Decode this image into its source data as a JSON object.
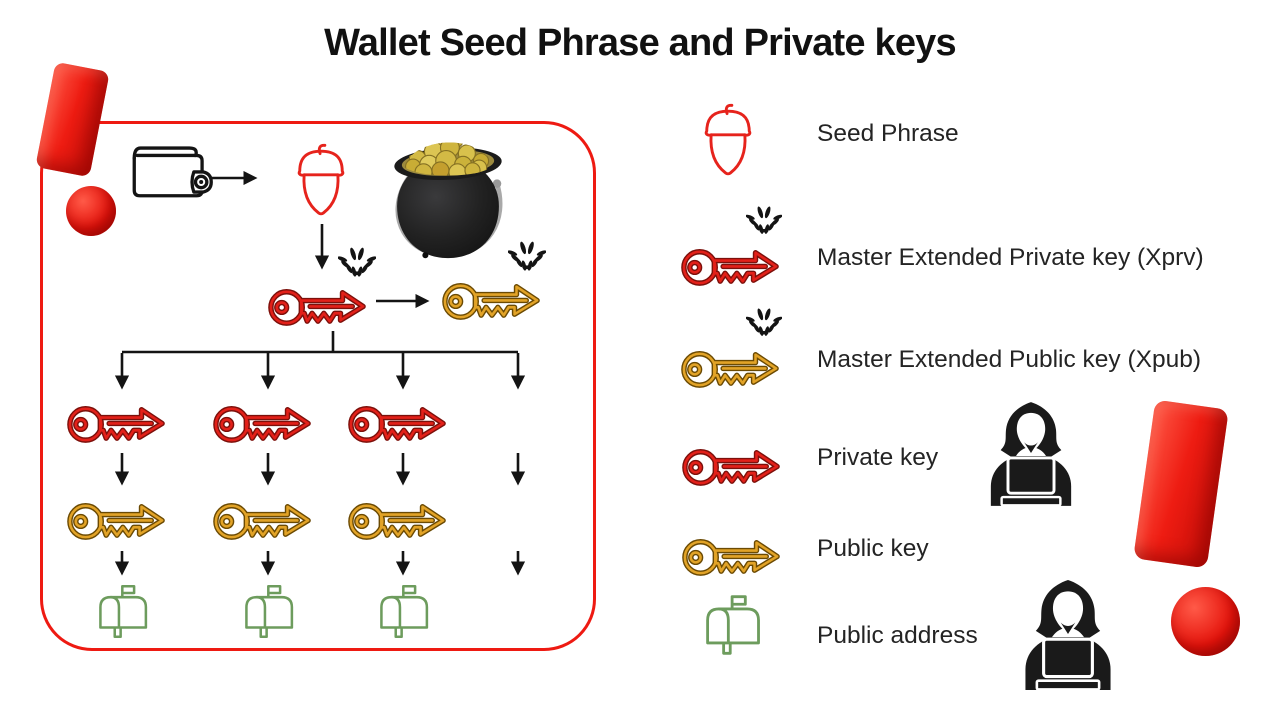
{
  "title": "Wallet Seed Phrase and Private keys",
  "legend": {
    "items": [
      {
        "icon": "acorn-seed-icon",
        "label": "Seed Phrase"
      },
      {
        "icon": "master-private-key-icon",
        "label": "Master Extended Private key (Xprv)"
      },
      {
        "icon": "master-public-key-icon",
        "label": "Master Extended Public key (Xpub)"
      },
      {
        "icon": "private-key-icon",
        "label": "Private key"
      },
      {
        "icon": "public-key-icon",
        "label": "Public key"
      },
      {
        "icon": "mailbox-icon",
        "label": "Public address"
      }
    ]
  },
  "diagram": {
    "flow": "wallet -> seed phrase -> master extended private key -> master extended public key",
    "derivation_columns": 3,
    "has_continuation_column": true,
    "column_chain": [
      "private key",
      "public key",
      "public address"
    ],
    "treasure_icon": "pot-of-gold"
  },
  "colors": {
    "accent_red": "#ee1a12",
    "key_red": "#e32019",
    "key_gold": "#e2a327",
    "mailbox_green": "#6d9c5d",
    "ink_black": "#141414"
  },
  "decorations": {
    "left_exclamation": "red-3d-exclamation-mark",
    "right_exclamation": "red-3d-exclamation-mark",
    "hackers": [
      "hooded-hacker-with-laptop",
      "hooded-hacker-with-laptop"
    ]
  }
}
